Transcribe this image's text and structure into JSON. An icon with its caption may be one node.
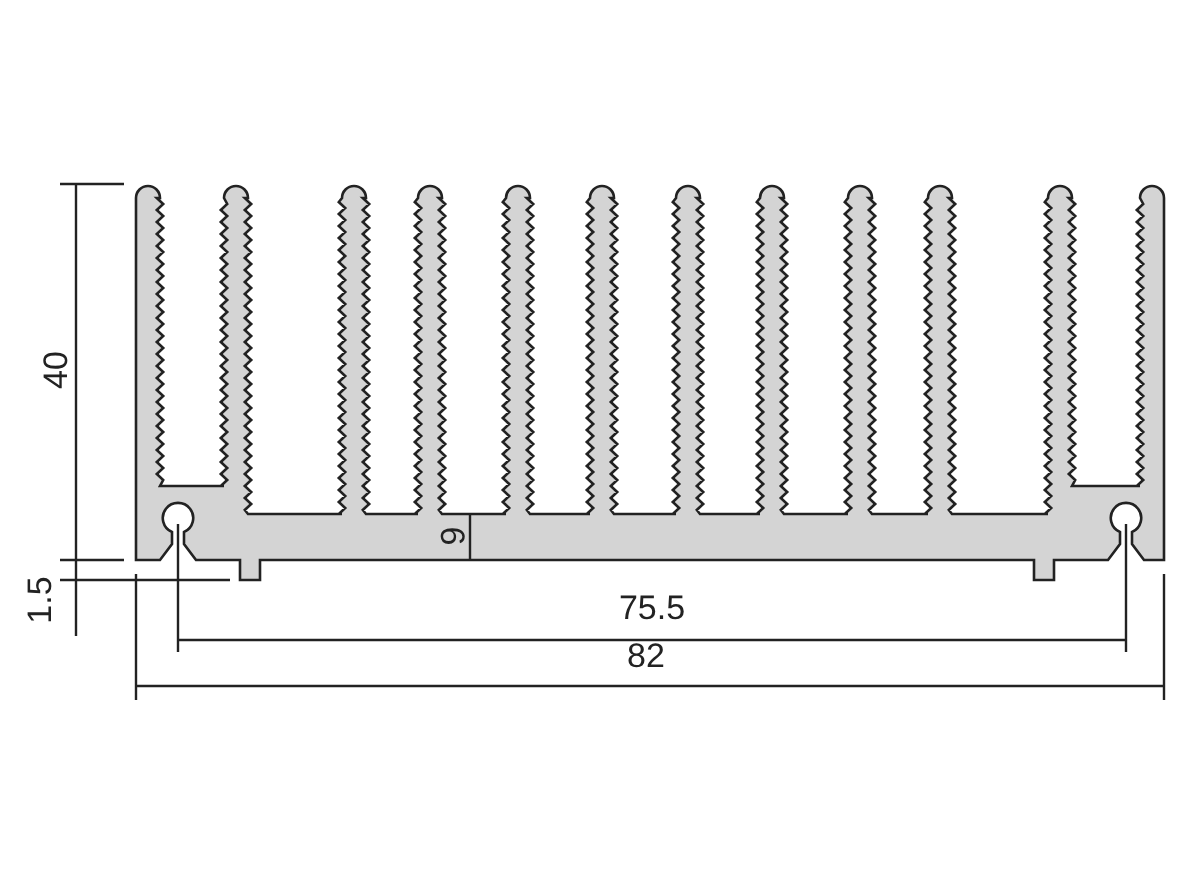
{
  "diagram": {
    "labels": [
      "40",
      "1.5",
      "6",
      "75.5",
      "82"
    ]
  }
}
